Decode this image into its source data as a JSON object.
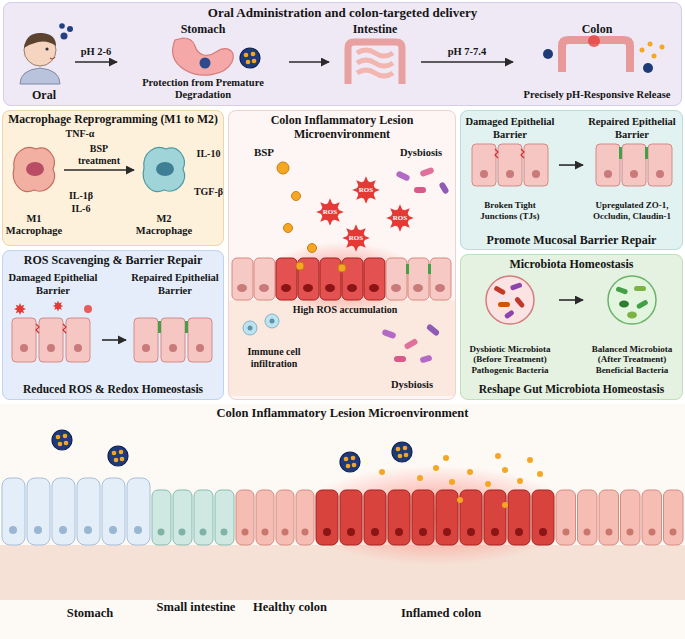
{
  "diagram": {
    "nodes": [
      {
        "text": [
          "Oral Administration and colon-targeted delivery"
        ]
      },
      {
        "text": [
          "Oral"
        ],
        "in": 0
      },
      {
        "text": [
          "Stomach",
          "Protection from Premature Degradation"
        ],
        "in": 0
      },
      {
        "text": [
          "Intestine"
        ],
        "in": 0
      },
      {
        "text": [
          "Colon",
          "Precisely pH-Responsive Release"
        ],
        "in": 0
      },
      {
        "text": [
          "Macrophage Reprogramming (M1 to M2)"
        ]
      },
      {
        "text": [
          "M1 Macrophage"
        ],
        "in": 5
      },
      {
        "text": [
          "M2 Macrophage"
        ],
        "in": 5
      },
      {
        "text": [
          "ROS Scavenging & Barrier Repair",
          "Reduced ROS & Redox Homeostasis"
        ]
      },
      {
        "text": [
          "Damaged Epithelial Barrier"
        ],
        "in": 8
      },
      {
        "text": [
          "Repaired Epithelial Barrier"
        ],
        "in": 8
      },
      {
        "text": [
          "Colon Inflammatory Lesion Microenvironment"
        ]
      },
      {
        "text": [
          "Promote Mucosal Barrier Repair"
        ]
      },
      {
        "text": [
          "Damaged Epithelial Barrier",
          "Broken Tight Junctions (TJs)"
        ],
        "in": 12
      },
      {
        "text": [
          "Repaired Epithelial Barrier",
          "Upregulated ZO-1, Occludin, Claudin-1"
        ],
        "in": 12
      },
      {
        "text": [
          "Microbiota Homeostasis",
          "Reshape Gut Microbiota Homeostasis"
        ]
      },
      {
        "text": [
          "Dysbiotic Microbiota (Before Treatment) Pathogenic Bacteria"
        ],
        "in": 15
      },
      {
        "text": [
          "Balanced Microbiota (After Treatment) Beneficial Bacteria"
        ],
        "in": 15
      },
      {
        "text": [
          "Colon Inflammatory Lesion Microenvironment"
        ]
      }
    ],
    "edges": [
      {
        "from": 1,
        "to": 2,
        "label": "pH 2-6",
        "arrow": "to"
      },
      {
        "from": 2,
        "to": 3,
        "arrow": "to"
      },
      {
        "from": 3,
        "to": 4,
        "label": "pH 7-7.4",
        "arrow": "to"
      },
      {
        "from": 6,
        "to": 7,
        "label": "BSP treatment",
        "arrow": "to"
      },
      {
        "from": 9,
        "to": 10,
        "arrow": "to"
      },
      {
        "from": 13,
        "to": 14,
        "arrow": "to"
      },
      {
        "from": 16,
        "to": 17,
        "arrow": "to"
      }
    ],
    "labels": [
      "TNF-α",
      "IL-1β",
      "IL-6",
      "IL-10",
      "TGF-β",
      "BSP",
      "Dysbiosis",
      "ROS",
      "ROS",
      "ROS",
      "ROS",
      "High ROS accumulation",
      "Immune cell infiltration",
      "Dysbiosis",
      "Stomach",
      "Small intestine",
      "Healthy colon",
      "Inflamed colon"
    ]
  }
}
